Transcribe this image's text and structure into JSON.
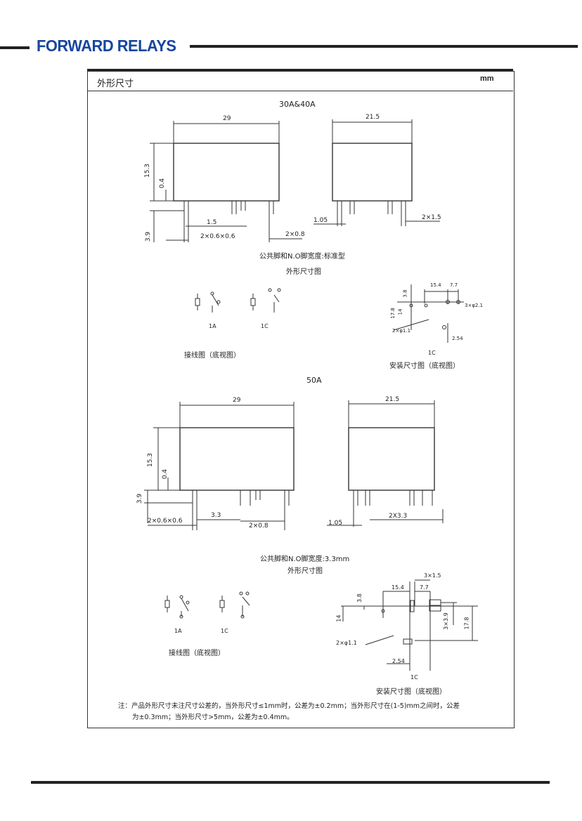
{
  "header": {
    "brand": "FORWARD RELAYS"
  },
  "section": {
    "title": "外形尺寸",
    "unit": "mm"
  },
  "block1": {
    "model": "30A&40A",
    "front_width": "29",
    "side_width": "21.5",
    "height": "15.3",
    "standoff": "0.4",
    "pin_len": "3.9",
    "pitch": "1.5",
    "pins_a": "2×0.6×0.6",
    "pins_b": "2×0.8",
    "side_offset": "1.05",
    "side_pins": "2×1.5",
    "caption1": "公共脚和N.O脚宽度:标准型",
    "caption2": "外形尺寸图",
    "wiring_1a": "1A",
    "wiring_1c": "1C",
    "wiring_caption": "接线图（底视图）",
    "mount_d1": "15.4",
    "mount_d2": "7.7",
    "mount_d3": "3.8",
    "mount_d4": "17.8",
    "mount_d5": "14",
    "mount_hole": "3×φ2.1",
    "mount_hole2": "2×φ1.1",
    "mount_d6": "2.54",
    "mount_type": "1C",
    "mount_caption": "安装尺寸图（底视图）"
  },
  "block2": {
    "model": "50A",
    "front_width": "29",
    "side_width": "21.5",
    "height": "15.3",
    "standoff": "0.4",
    "pin_len": "3.9",
    "pins_a": "2×0.6×0.6",
    "pitch": "3.3",
    "pins_b": "2×0.8",
    "side_offset": "1.05",
    "side_pins": "2X3.3",
    "caption1": "公共脚和N.O脚宽度:3.3mm",
    "caption2": "外形尺寸图",
    "wiring_1a": "1A",
    "wiring_1c": "1C",
    "wiring_caption": "接线图（底视图）",
    "mount_d0": "3×1.5",
    "mount_d1": "15.4",
    "mount_d2": "7.7",
    "mount_d3": "3.8",
    "mount_d4": "17.8",
    "mount_d5": "14",
    "mount_d7": "3×3.9",
    "mount_hole2": "2×φ1.1",
    "mount_d6": "2.54",
    "mount_type": "1C",
    "mount_caption": "安装尺寸图（底视图）"
  },
  "note": {
    "line1": "注：产品外形尺寸未注尺寸公差的，当外形尺寸≤1mm时，公差为±0.2mm；当外形尺寸在(1-5)mm之间时，公差",
    "line2": "为±0.3mm；当外形尺寸>5mm，公差为±0.4mm。"
  }
}
